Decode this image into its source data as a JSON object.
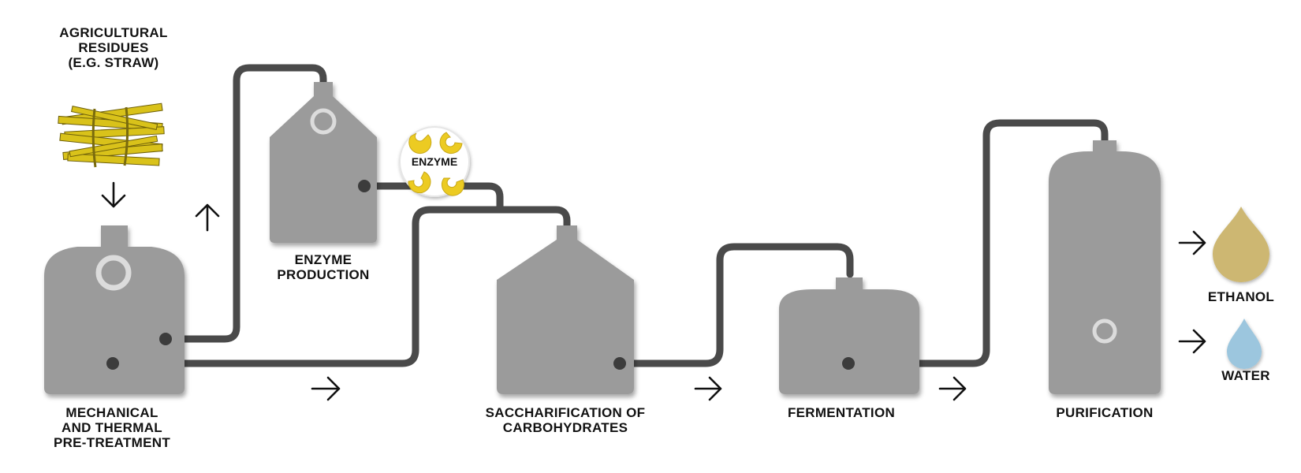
{
  "labels": {
    "agricultural_residues": [
      "AGRICULTURAL",
      "RESIDUES",
      "(E.G. STRAW)"
    ],
    "mechanical_thermal": [
      "MECHANICAL",
      "AND THERMAL",
      "PRE-TREATMENT"
    ],
    "enzyme_production": [
      "ENZYME",
      "PRODUCTION"
    ],
    "saccharification": [
      "SACCHARIFICATION OF",
      "CARBOHYDRATES"
    ],
    "fermentation": [
      "FERMENTATION"
    ],
    "purification": [
      "PURIFICATION"
    ],
    "ethanol": [
      "ETHANOL"
    ],
    "water": [
      "WATER"
    ]
  },
  "enzyme_badge": "ENZYME",
  "colors": {
    "tank": "#9b9b9b",
    "pipe": "#4a4a4a",
    "ring": "#dcdcdc",
    "straw": "#d9c21a",
    "enzyme": "#eccb22",
    "ethanol": "#cdb772",
    "water": "#9cc6de",
    "text": "#111111"
  },
  "icons": [
    "straw-bundle-icon",
    "ethanol-drop-icon",
    "water-drop-icon",
    "enzyme-badge-icon"
  ]
}
